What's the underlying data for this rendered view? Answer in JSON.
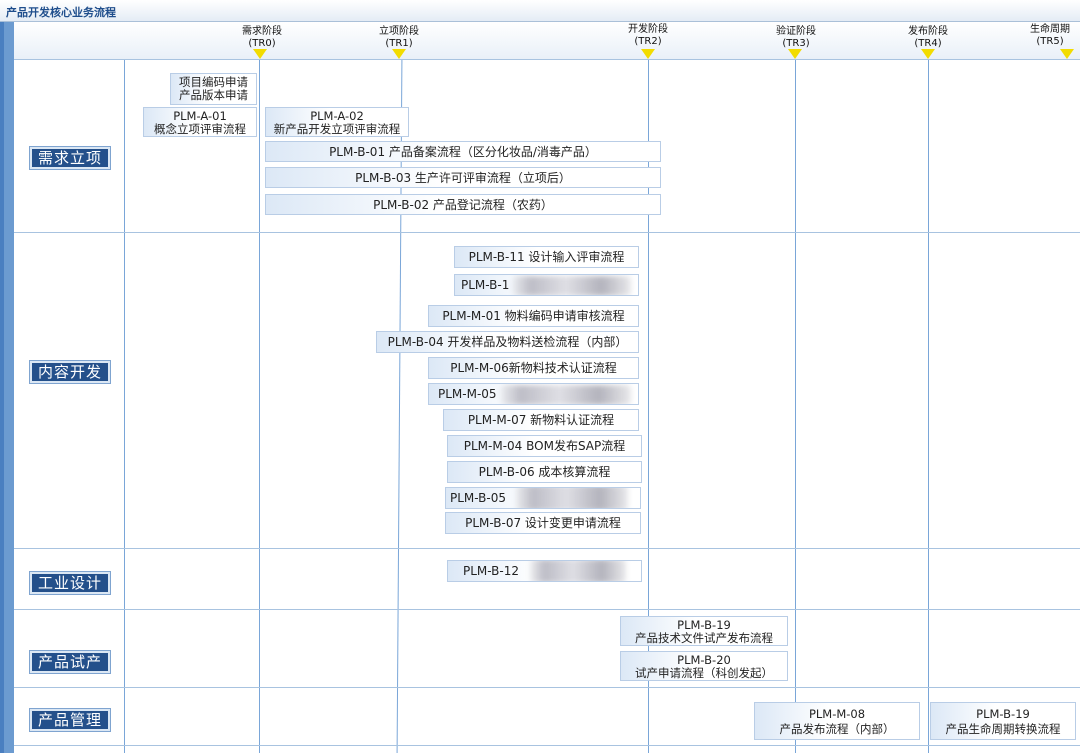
{
  "title": "产品开发核心业务流程",
  "colors": {
    "lane_label_bg": "#24508b",
    "milestone_marker": "#f2dc00",
    "grid_line": "#7aa6d8"
  },
  "phases": [
    {
      "line1": "需求阶段",
      "line2": "(TR0)"
    },
    {
      "line1": "立项阶段",
      "line2": "(TR1)"
    },
    {
      "line1": "开发阶段",
      "line2": "(TR2)"
    },
    {
      "line1": "验证阶段",
      "line2": "(TR3)"
    },
    {
      "line1": "发布阶段",
      "line2": "(TR4)"
    },
    {
      "line1": "生命周期",
      "line2": "(TR5)"
    }
  ],
  "lanes": [
    "需求立项",
    "内容开发",
    "工业设计",
    "产品试产",
    "产品管理"
  ],
  "boxes": [
    {
      "l1": "项目编码申请",
      "l2": "产品版本申请"
    },
    {
      "l1": "PLM-A-01",
      "l2": "概念立项评审流程"
    },
    {
      "l1": "PLM-A-02",
      "l2": "新产品开发立项评审流程"
    },
    {
      "l1": "PLM-B-01 产品备案流程（区分化妆品/消毒产品）"
    },
    {
      "l1": "PLM-B-03 生产许可评审流程（立项后）"
    },
    {
      "l1": "PLM-B-02 产品登记流程（农药）"
    },
    {
      "l1": "PLM-B-11 设计输入评审流程"
    },
    {
      "l1": "PLM-B-1"
    },
    {
      "l1": "PLM-M-01 物料编码申请审核流程"
    },
    {
      "l1": "PLM-B-04 开发样品及物料送检流程（内部）"
    },
    {
      "l1": "PLM-M-06新物料技术认证流程"
    },
    {
      "l1": "PLM-M-05"
    },
    {
      "l1": "PLM-M-07 新物料认证流程"
    },
    {
      "l1": "PLM-M-04 BOM发布SAP流程"
    },
    {
      "l1": "PLM-B-06 成本核算流程"
    },
    {
      "l1": "PLM-B-05"
    },
    {
      "l1": "PLM-B-07 设计变更申请流程"
    },
    {
      "l1": "PLM-B-12"
    },
    {
      "l1": "PLM-B-19",
      "l2": "产品技术文件试产发布流程"
    },
    {
      "l1": "PLM-B-20",
      "l2": "试产申请流程（科创发起）"
    },
    {
      "l1": "PLM-M-08",
      "l2": "产品发布流程（内部）"
    },
    {
      "l1": "PLM-B-19",
      "l2": "产品生命周期转换流程"
    }
  ]
}
